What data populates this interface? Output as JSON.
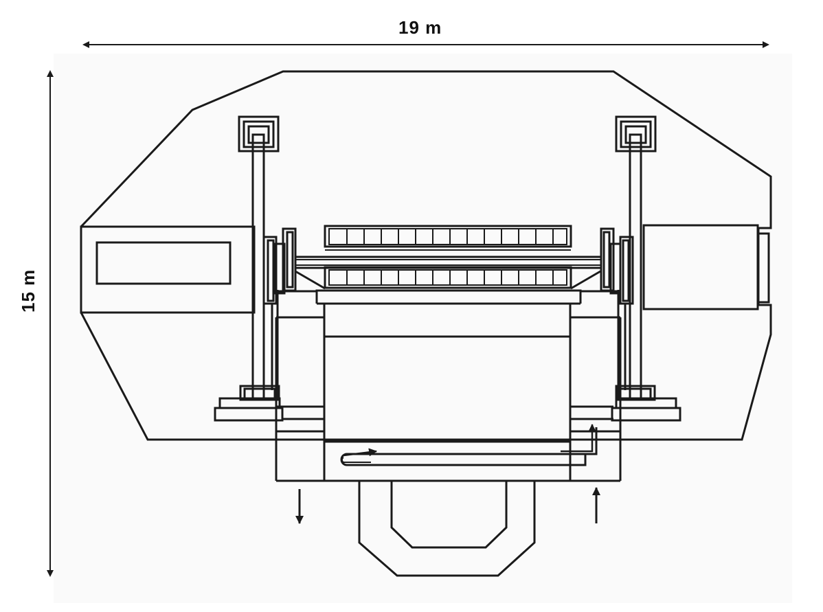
{
  "dimensions": {
    "width_label": "19 m",
    "height_label": "15 m"
  },
  "colors": {
    "paper": "#fafafa",
    "ink": "#1a1a1a",
    "background": "#ffffff"
  },
  "icons": {
    "dimension_arrows": "double-headed-arrow",
    "flow_arrows": "single-arrow"
  }
}
